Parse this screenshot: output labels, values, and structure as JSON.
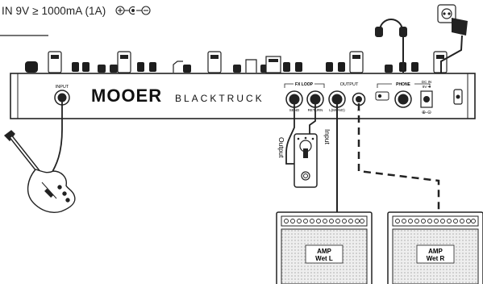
{
  "power": {
    "spec": "IN 9V ≥ 1000mA (1A)"
  },
  "device": {
    "brand": "MOOER",
    "model": "BLACKTRUCK",
    "panel_labels": {
      "input": "INPUT",
      "fx_loop": "FX LOOP",
      "send": "SEND",
      "return": "RETURN",
      "output": "OUTPUT",
      "l_mono": "L(MONO)",
      "r": "R",
      "phone": "PHONE",
      "dc_in": "DC IN",
      "dc_sub": "9V ⎓"
    }
  },
  "cables": {
    "output_label": "Output",
    "input_label": "Input"
  },
  "amps": [
    {
      "title": "AMP",
      "sub": "Wet L"
    },
    {
      "title": "AMP",
      "sub": "Wet R"
    }
  ]
}
